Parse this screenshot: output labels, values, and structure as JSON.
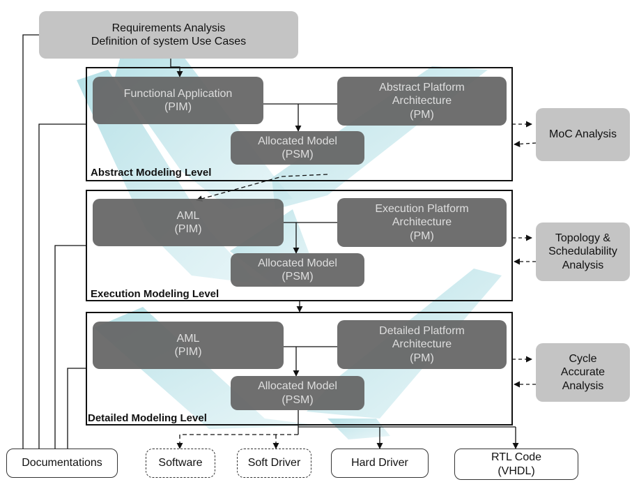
{
  "requirements": {
    "line1": "Requirements Analysis",
    "line2": "Definition of system Use Cases"
  },
  "levels": [
    {
      "label": "Abstract Modeling Level",
      "left_box": [
        "Functional Application",
        "(PIM)"
      ],
      "right_box": [
        "Abstract Platform",
        "Architecture",
        "(PM)"
      ],
      "allocated": [
        "Allocated Model",
        "(PSM)"
      ]
    },
    {
      "label": "Execution Modeling Level",
      "left_box": [
        "AML",
        "(PIM)"
      ],
      "right_box": [
        "Execution Platform",
        "Architecture",
        "(PM)"
      ],
      "allocated": [
        "Allocated Model",
        "(PSM)"
      ]
    },
    {
      "label": "Detailed Modeling Level",
      "left_box": [
        "AML",
        "(PIM)"
      ],
      "right_box": [
        "Detailed Platform",
        "Architecture",
        "(PM)"
      ],
      "allocated": [
        "Allocated Model",
        "(PSM)"
      ]
    }
  ],
  "analyses": [
    [
      "MoC Analysis"
    ],
    [
      "Topology &",
      "Schedulability",
      "Analysis"
    ],
    [
      "Cycle",
      "Accurate",
      "Analysis"
    ]
  ],
  "outputs": {
    "documentations": "Documentations",
    "software": "Software",
    "soft_driver": "Soft Driver",
    "hard_driver": "Hard Driver",
    "rtl_code": [
      "RTL Code",
      "(VHDL)"
    ]
  },
  "colors": {
    "model_box": "#646464",
    "analysis_box": "#c4c4c4",
    "background_arrows": "#a9dbe2"
  }
}
